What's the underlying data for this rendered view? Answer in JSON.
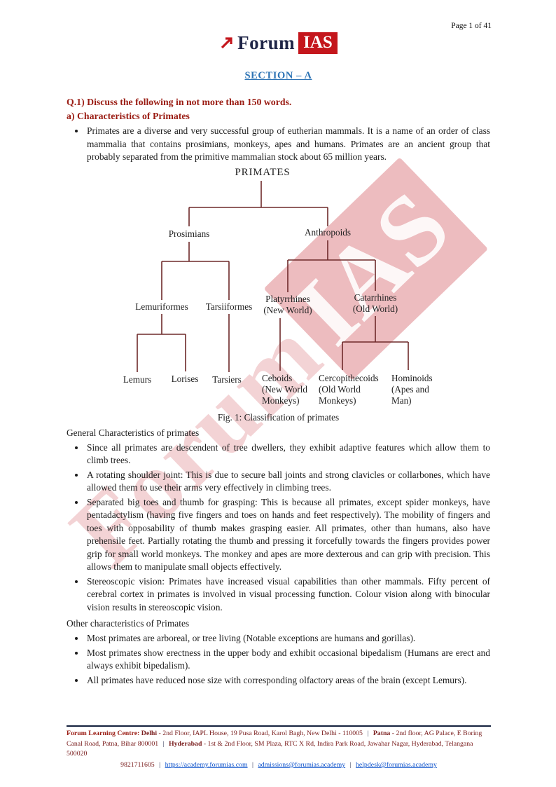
{
  "page": {
    "label": "Page 1 of 41"
  },
  "logo": {
    "brand_left": "Forum",
    "brand_right": "IAS"
  },
  "section_title": "SECTION – A",
  "question": {
    "title": "Q.1) Discuss the following in not more than 150 words.",
    "subtitle": "a) Characteristics of Primates"
  },
  "intro_bullet": "Primates are a diverse and very successful group of eutherian mammals. It is a name of an order of class mammalia that contains prosimians, monkeys, apes and humans. Primates are an ancient group that probably separated from the primitive mammalian stock about 65 million years.",
  "diagram": {
    "root": "PRIMATES",
    "prosimians": "Prosimians",
    "anthropoids": "Anthropoids",
    "lemuriformes": "Lemuriformes",
    "tarsiiformes": "Tarsiiformes",
    "platyrrhines": [
      "Platyrrhines",
      "(New World)"
    ],
    "catarrhines": [
      "Catarrhines",
      "(Old World)"
    ],
    "lemurs": "Lemurs",
    "lorises": "Lorises",
    "tarsiers": "Tarsiers",
    "ceboids": [
      "Ceboids",
      "(New World",
      "Monkeys)"
    ],
    "cercopithecoids": [
      "Cercopithecoids",
      "(Old World",
      "Monkeys)"
    ],
    "hominoids": [
      "Hominoids",
      "(Apes and",
      "Man)"
    ],
    "caption": "Fig. 1: Classification of primates"
  },
  "general": {
    "heading": "General Characteristics of primates",
    "bullets": [
      "Since all primates are descendent of tree dwellers, they exhibit adaptive features which allow them to climb trees.",
      "A rotating shoulder joint: This is due to secure ball joints and strong clavicles or collarbones, which have allowed them to use their arms very effectively in climbing trees.",
      "Separated big toes and thumb for grasping: This is because all primates, except spider monkeys, have pentadactylism (having five fingers and toes on hands and feet respectively). The mobility of fingers and toes with opposability of thumb makes grasping easier. All primates, other than humans, also have prehensile feet. Partially rotating the thumb and pressing it forcefully towards the fingers provides power grip for small world monkeys. The monkey and apes are more dexterous and can grip with precision. This allows them to manipulate small objects effectively.",
      "Stereoscopic vision: Primates have increased visual capabilities than other mammals. Fifty percent of cerebral cortex in primates is involved in visual processing function. Colour vision along with binocular vision results in stereoscopic vision."
    ]
  },
  "other": {
    "heading": "Other characteristics of Primates",
    "bullets": [
      "Most primates are arboreal, or tree living (Notable exceptions are humans and gorillas).",
      "Most primates show erectness in the upper body and exhibit occasional bipedalism (Humans are erect and always exhibit bipedalism).",
      "All primates have reduced nose size with corresponding olfactory areas of the brain (except Lemurs)."
    ]
  },
  "watermark": {
    "left": "Forum",
    "right": "IAS"
  },
  "footer": {
    "label": "Forum Learning Centre:",
    "locations": [
      {
        "city": "Delhi",
        "detail": " - 2nd Floor, IAPL House, 19 Pusa Road, Karol Bagh, New Delhi - 110005 "
      },
      {
        "city": "Patna",
        "detail": " - 2nd floor, AG Palace, E Boring Canal Road, Patna, Bihar 800001 "
      },
      {
        "city": "Hyderabad",
        "detail": " - 1st & 2nd Floor, SM Plaza, RTC X Rd, Indira Park Road, Jawahar Nagar, Hyderabad, Telangana 500020"
      }
    ],
    "separator": "|",
    "phone": "9821711605",
    "links": [
      "https://academy.forumias.com",
      "admissions@forumias.academy",
      "helpdesk@forumias.academy"
    ]
  },
  "colors": {
    "accent_red": "#9a1c13",
    "heading_blue": "#2e74b5",
    "brand_red": "#c4161c",
    "link_blue": "#1155cc",
    "tree_line": "#6e2a2a",
    "footer_text": "#7b2020",
    "watermark_pink": "#e8a9ab"
  }
}
